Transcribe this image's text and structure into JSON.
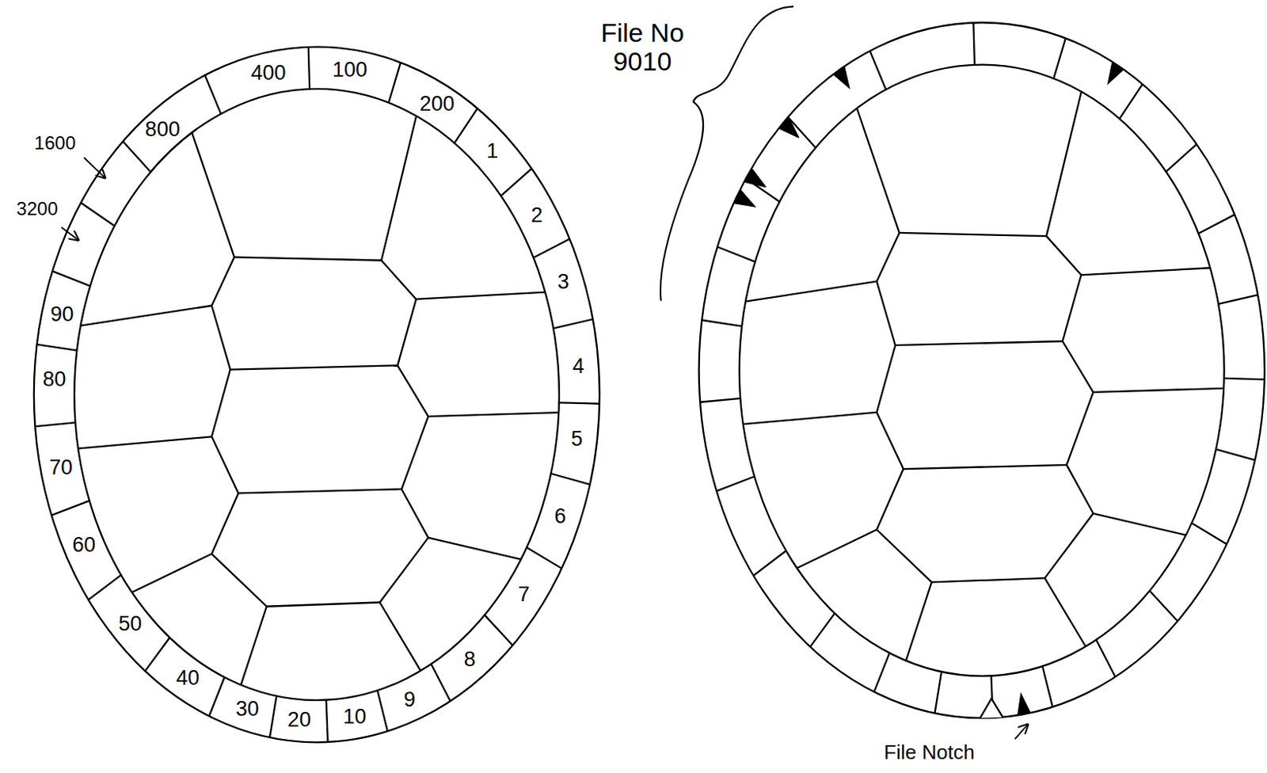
{
  "diagram": {
    "labels": [
      "File No 9010",
      "400",
      "100",
      "800",
      "200",
      "1600",
      "1",
      "3200",
      "2",
      "90",
      "3",
      "80",
      "4",
      "5",
      "70",
      "6",
      "60",
      "7",
      "50",
      "8",
      "40",
      "9",
      "30",
      "20",
      "10",
      "File Notch"
    ]
  }
}
